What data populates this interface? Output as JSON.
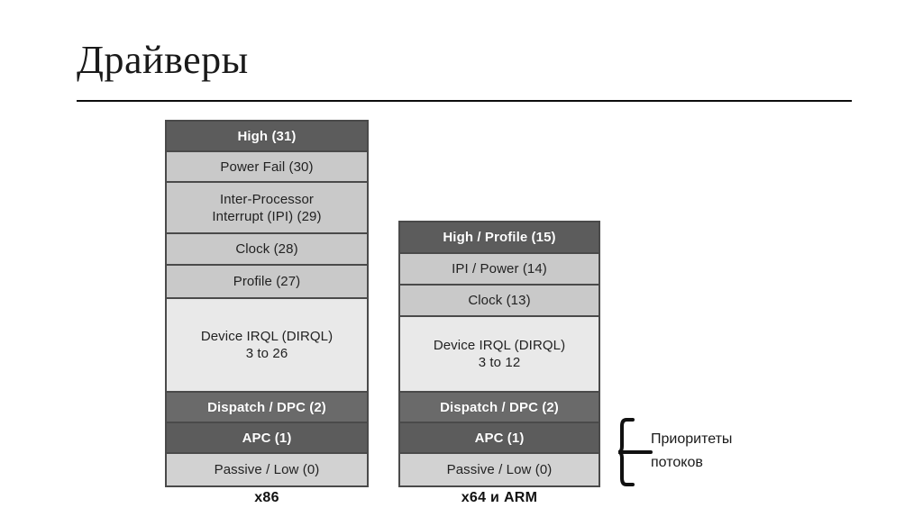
{
  "slide": {
    "title": "Драйверы"
  },
  "diagram": {
    "type": "irql-level-stacks",
    "stacks": [
      {
        "id": "x86",
        "caption": "x86",
        "rows": [
          {
            "label": "High (31)",
            "tone": "dark"
          },
          {
            "label": "Power Fail (30)",
            "tone": "light"
          },
          {
            "label": "Inter-Processor",
            "label2": "Interrupt (IPI) (29)",
            "tone": "light"
          },
          {
            "label": "Clock (28)",
            "tone": "light"
          },
          {
            "label": "Profile (27)",
            "tone": "light"
          },
          {
            "label": "Device IRQL (DIRQL)",
            "label2": "3 to 26",
            "tone": "pale"
          },
          {
            "label": "Dispatch / DPC (2)",
            "tone": "mid"
          },
          {
            "label": "APC (1)",
            "tone": "dark"
          },
          {
            "label": "Passive / Low (0)",
            "tone": "lighter"
          }
        ]
      },
      {
        "id": "x64",
        "caption": "x64 и ARM",
        "rows": [
          {
            "label": "High / Profile (15)",
            "tone": "dark"
          },
          {
            "label": "IPI / Power (14)",
            "tone": "light"
          },
          {
            "label": "Clock (13)",
            "tone": "light"
          },
          {
            "label": "Device IRQL (DIRQL)",
            "label2": "3 to 12",
            "tone": "pale"
          },
          {
            "label": "Dispatch / DPC (2)",
            "tone": "mid"
          },
          {
            "label": "APC (1)",
            "tone": "dark"
          },
          {
            "label": "Passive / Low (0)",
            "tone": "lighter"
          }
        ]
      }
    ],
    "annotation": {
      "brace_label_line1": "Приоритеты",
      "brace_label_line2": "потоков",
      "brace_icon": "curly-brace-icon"
    }
  },
  "colors": {
    "dark": "#5c5c5c",
    "mid": "#6a6a6a",
    "light": "#c9c9c9",
    "lighter": "#d2d2d2",
    "pale": "#e9e9e9",
    "border": "#4a4a4a",
    "text": "#222222",
    "text_inverse": "#ffffff",
    "rule": "#0d0d0d",
    "background": "#ffffff"
  }
}
